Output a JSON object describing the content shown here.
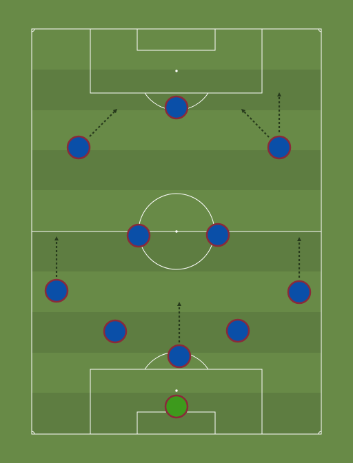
{
  "colors": {
    "grass_light": "#688a47",
    "grass_dark": "#5e7d41",
    "lines": "#ffffff",
    "player_fill": "#0a4fa8",
    "player_border": "#8a2a3a",
    "goalkeeper_fill": "#3d9a1c",
    "arrow": "#273a1c"
  },
  "formation": {
    "players": [
      {
        "id": "gk",
        "role": "goalkeeper"
      },
      {
        "id": "cb-left",
        "role": "center-back"
      },
      {
        "id": "cb-right",
        "role": "center-back"
      },
      {
        "id": "fb-left",
        "role": "full-back"
      },
      {
        "id": "fb-right",
        "role": "full-back"
      },
      {
        "id": "dm",
        "role": "defensive-midfielder"
      },
      {
        "id": "cm-left",
        "role": "central-midfielder"
      },
      {
        "id": "cm-right",
        "role": "central-midfielder"
      },
      {
        "id": "w-left",
        "role": "winger"
      },
      {
        "id": "w-right",
        "role": "winger"
      },
      {
        "id": "st",
        "role": "striker"
      }
    ],
    "runs": [
      {
        "from": "w-left",
        "direction": "forward-inside"
      },
      {
        "from": "w-right",
        "direction": "forward-inside"
      },
      {
        "from": "w-right",
        "direction": "forward"
      },
      {
        "from": "fb-left",
        "direction": "forward"
      },
      {
        "from": "fb-right",
        "direction": "forward"
      },
      {
        "from": "dm",
        "direction": "forward"
      }
    ]
  }
}
